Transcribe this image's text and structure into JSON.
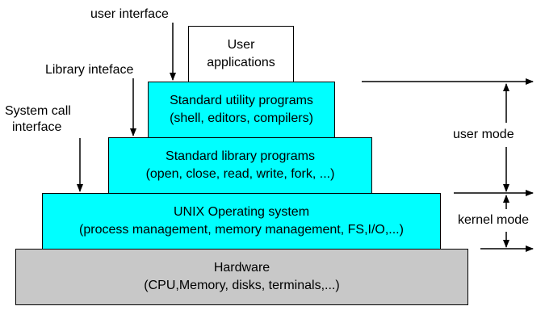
{
  "layers": {
    "user_apps": [
      "User",
      "applications"
    ],
    "utility": [
      "Standard utility programs",
      "(shell, editors, compilers)"
    ],
    "library": [
      "Standard library programs",
      "(open, close, read, write, fork, ...)"
    ],
    "os": [
      "UNIX Operating system",
      "(process management, memory management, FS,I/O,...)"
    ],
    "hardware": [
      "Hardware",
      "(CPU,Memory, disks, terminals,...)"
    ]
  },
  "interfaces": {
    "user": "user interface",
    "library": "Library inteface",
    "syscall": [
      "System call",
      "interface"
    ]
  },
  "modes": {
    "user": "user mode",
    "kernel": "kernel mode"
  },
  "colors": {
    "user_space": "#00ffff",
    "hardware": "#c8c8c8",
    "user_apps": "#ffffff"
  }
}
